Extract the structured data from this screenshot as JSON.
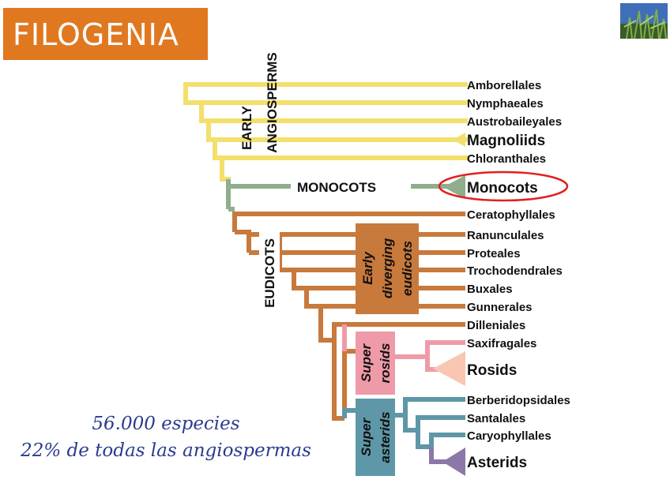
{
  "title": "FILOGENIA",
  "colors": {
    "title_bg": "#e07820",
    "early": "#f3df6c",
    "monocots": "#8fae8b",
    "eudicots": "#c8793c",
    "rosids": "#ef9aa8",
    "asterids": "#5e97a8",
    "asterid_leaf": "#8b78a8",
    "highlight": "#e02020",
    "stats_text": "#2a3b8f"
  },
  "clades": {
    "early_line1": "EARLY",
    "early_line2": "ANGIOSPERMS",
    "monocots": "MONOCOTS",
    "eudicots": "EUDICOTS",
    "early_diverging": [
      "Early",
      "diverging",
      "eudicots"
    ],
    "super_rosids": [
      "Super",
      "rosids"
    ],
    "super_asterids": [
      "Super",
      "asterids"
    ]
  },
  "taxa": {
    "amborellales": "Amborellales",
    "nymphaeales": "Nymphaeales",
    "austrobaileyales": "Austrobaileyales",
    "magnoliids": "Magnoliids",
    "chloranthales": "Chloranthales",
    "monocots": "Monocots",
    "ceratophyllales": "Ceratophyllales",
    "ranunculales": "Ranunculales",
    "proteales": "Proteales",
    "trochodendrales": "Trochodendrales",
    "buxales": "Buxales",
    "gunnerales": "Gunnerales",
    "dilleniales": "Dilleniales",
    "saxifragales": "Saxifragales",
    "rosids": "Rosids",
    "berberidopsidales": "Berberidopsidales",
    "santalales": "Santalales",
    "caryophyllales": "Caryophyllales",
    "asterids": "Asterids"
  },
  "stats": {
    "species": "56.000 especies",
    "percent": "22% de todas las angiospermas"
  },
  "thumbnail_icon": "plant-photo-icon"
}
